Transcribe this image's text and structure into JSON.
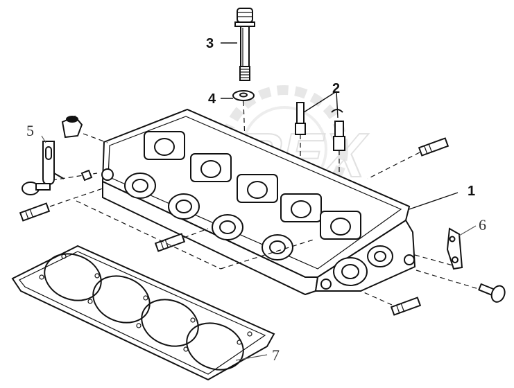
{
  "callouts": [
    {
      "id": "1",
      "text": "1"
    },
    {
      "id": "2",
      "text": "2"
    },
    {
      "id": "3",
      "text": "3"
    },
    {
      "id": "4",
      "text": "4"
    },
    {
      "id": "5",
      "text": "5"
    },
    {
      "id": "6",
      "text": "6"
    },
    {
      "id": "7",
      "text": "7"
    }
  ],
  "watermark": {
    "text": "PREX",
    "color": "#c8c8c8"
  },
  "colors": {
    "ink": "#111111",
    "background": "#ffffff"
  }
}
